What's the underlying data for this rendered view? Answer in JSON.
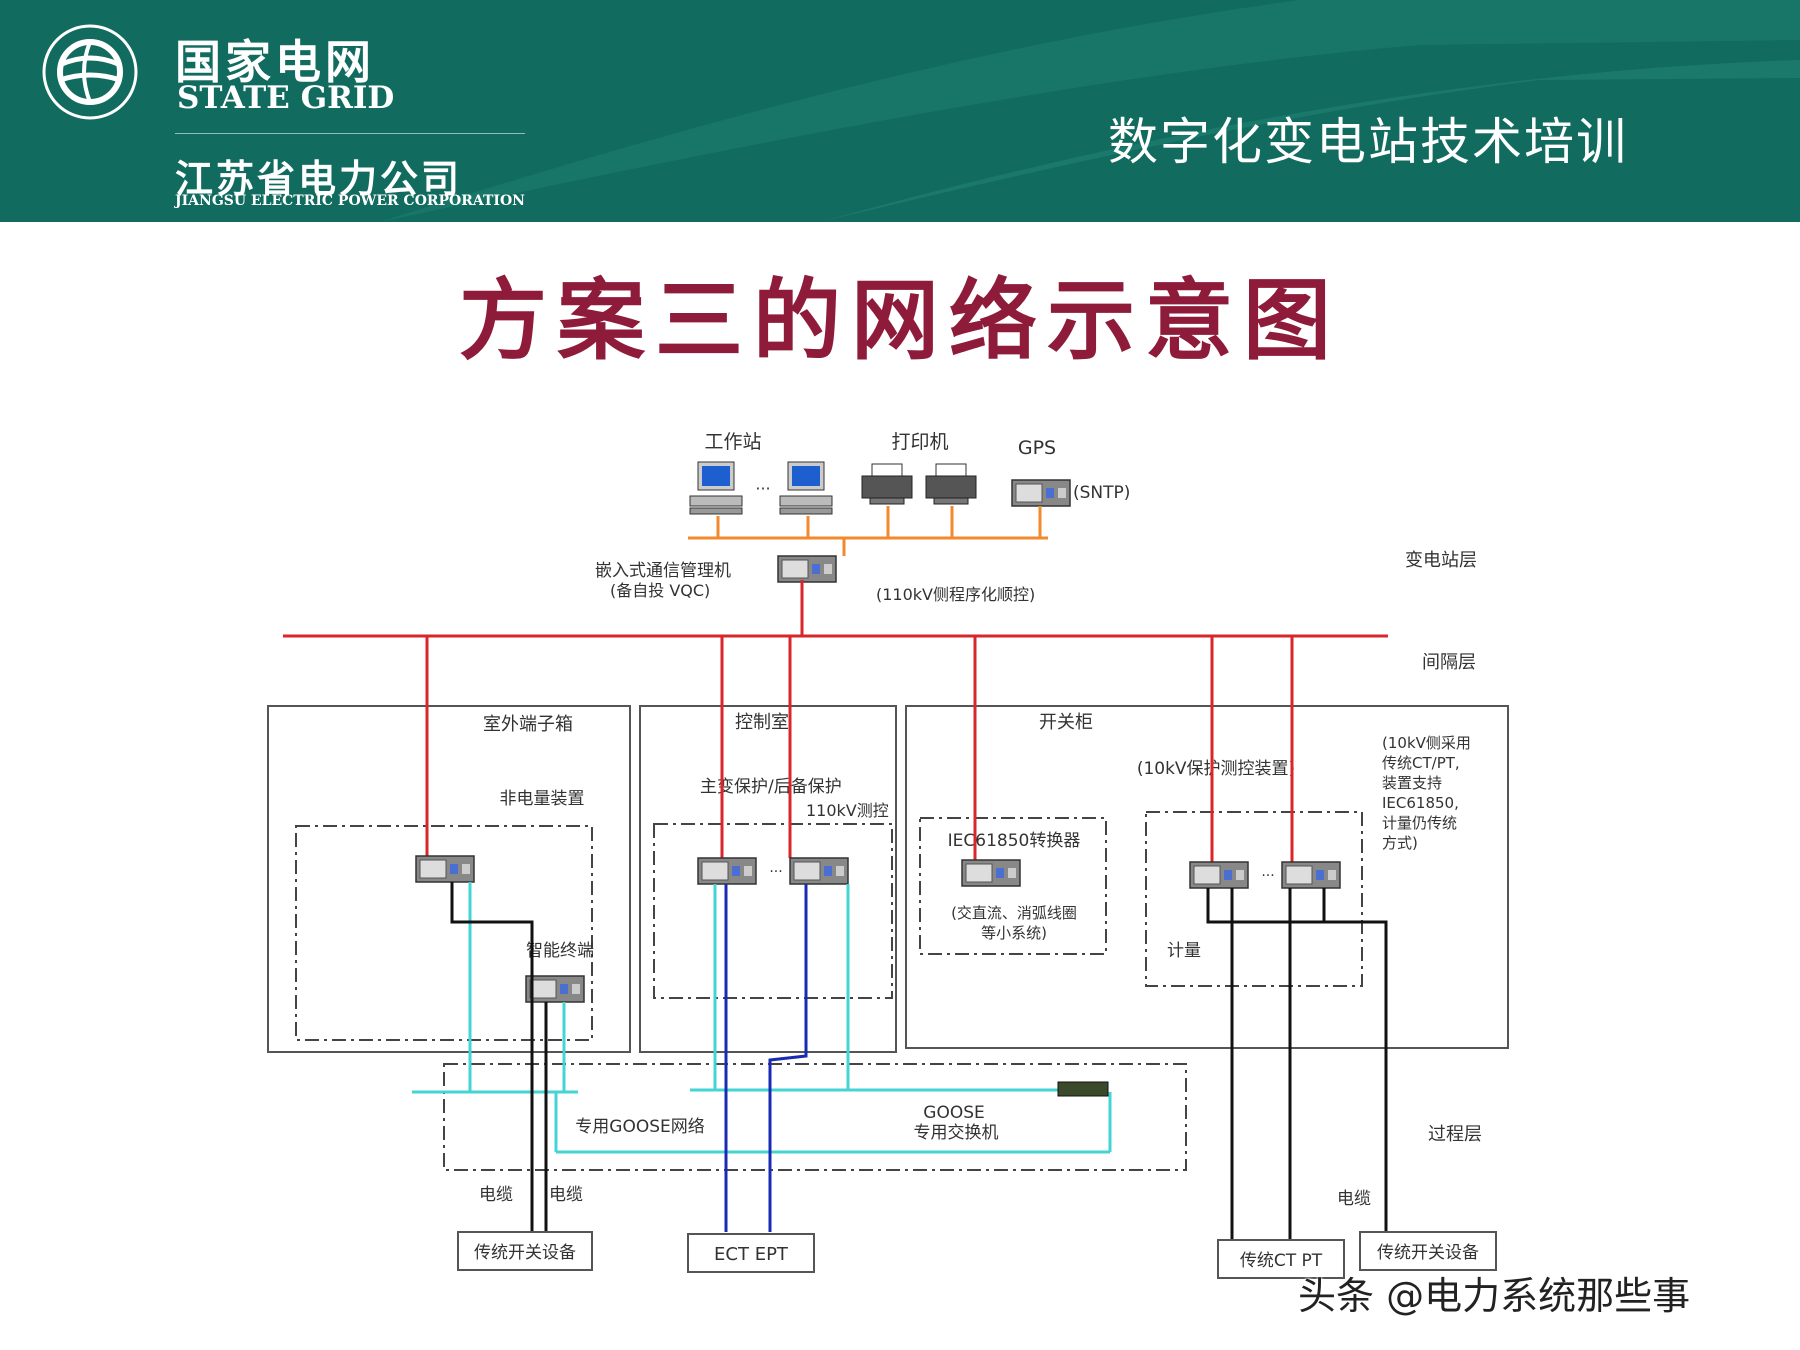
{
  "header": {
    "brand_cn": "国家电网",
    "brand_en": "STATE GRID",
    "company_cn": "江苏省电力公司",
    "company_en": "JIANGSU ELECTRIC POWER CORPORATION",
    "course_title": "数字化变电站技术培训",
    "logo_icon": "state-grid-globe-icon",
    "background_color": "#116b5f"
  },
  "slide_title": "方案三的网络示意图",
  "title_color": "#8e1b3a",
  "diagram": {
    "workstation": "工作站",
    "ellipsis": "···",
    "printer": "打印机",
    "gps": "GPS",
    "sntp": "(SNTP)",
    "comm_manager_1": "嵌入式通信管理机",
    "comm_manager_2": "(备自投 VQC)",
    "side_110kv": "(110kV侧程序化顺控)",
    "layer_station": "变电站层",
    "layer_bay": "间隔层",
    "layer_process": "过程层",
    "outdoor_box": "室外端子箱",
    "non_electric": "非电量装置",
    "smart_terminal": "智能终端",
    "control_room": "控制室",
    "main_protection": "主变保护/后备保护",
    "control_110kv": "110kV测控",
    "switchgear": "开关柜",
    "protection_10kv": "(10kV保护测控装置)",
    "note_10kv": [
      "(10kV侧采用",
      "传统CT/PT,",
      "装置支持",
      "IEC61850,",
      "计量仍传统",
      "方式)"
    ],
    "iec_converter": "IEC61850转换器",
    "ac_dc_1": "(交直流、消弧线圈",
    "ac_dc_2": "等小系统)",
    "metering": "计量",
    "goose_network": "专用GOOSE网络",
    "goose_switch_1": "GOOSE",
    "goose_switch_2": "专用交换机",
    "cable": "电缆",
    "trad_switch": "传统开关设备",
    "ect_ept": "ECT EPT",
    "trad_ctpt": "传统CT PT",
    "colors": {
      "station_bus": "#f08a2c",
      "bay_bus": "#d9262a",
      "goose": "#44d4d4",
      "optical": "#1a2bb3",
      "cable": "#111111"
    }
  },
  "watermark": "头条 @电力系统那些事"
}
